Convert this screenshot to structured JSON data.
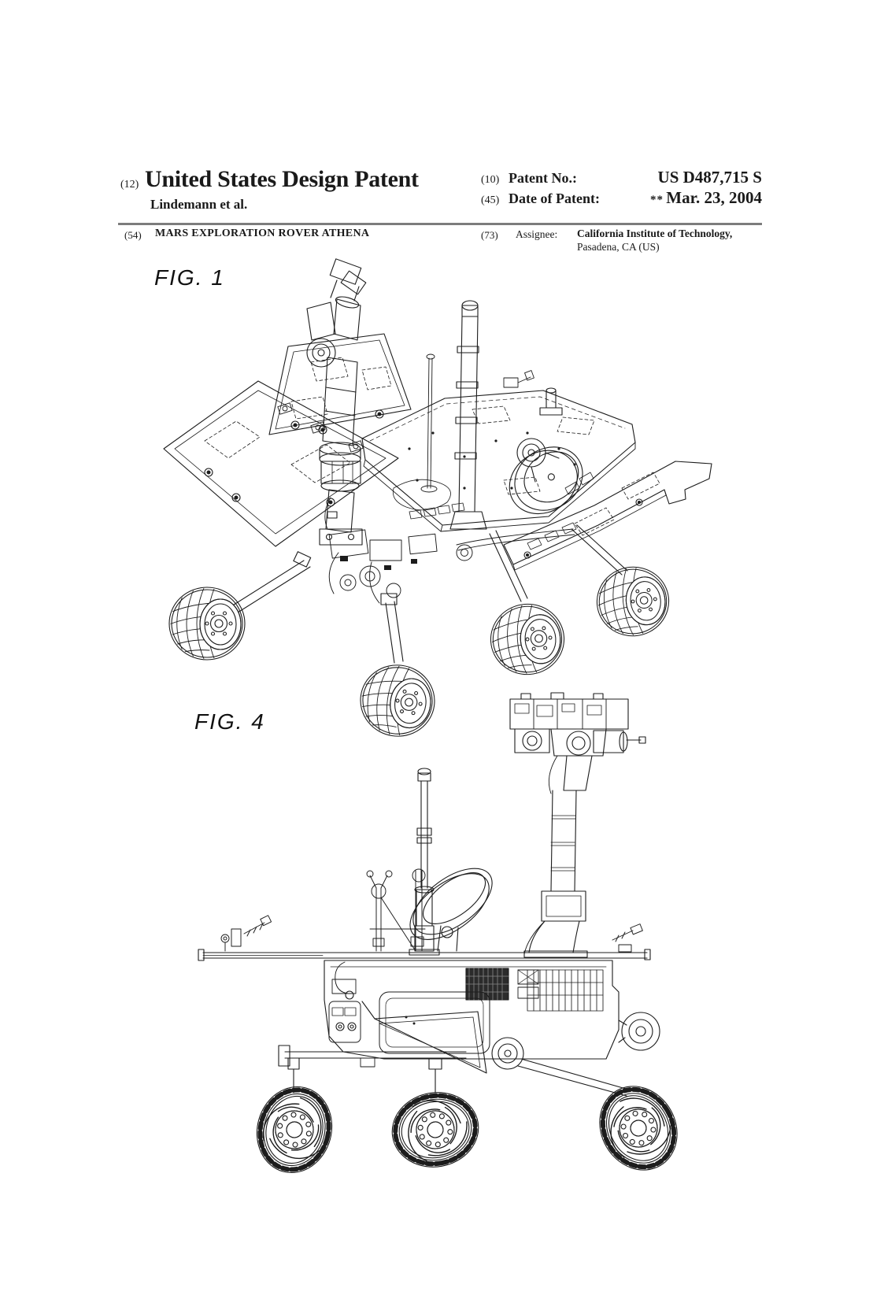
{
  "page": {
    "background": "#ffffff",
    "ink": "#1a1a1a"
  },
  "header": {
    "kind_code_prefix": "(12)",
    "doc_type": "United States Design Patent",
    "inventors": "Lindemann et al.",
    "patent_no_prefix": "(10)",
    "patent_no_label": "Patent No.:",
    "patent_no": "US D487,715 S",
    "date_prefix": "(45)",
    "date_label": "Date of Patent:",
    "term_marker": "**",
    "date": "Mar. 23, 2004"
  },
  "biblio": {
    "title_prefix": "(54)",
    "title": "MARS EXPLORATION ROVER ATHENA",
    "assignee_prefix": "(73)",
    "assignee_label": "Assignee:",
    "assignee_name": "California Institute of Technology,",
    "assignee_location": "Pasadena, CA (US)"
  },
  "figures": [
    {
      "label": "FIG. 1"
    },
    {
      "label": "FIG. 4"
    }
  ]
}
